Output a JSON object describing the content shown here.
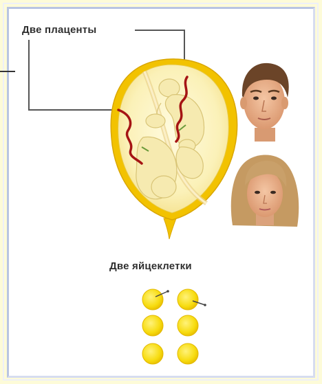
{
  "labels": {
    "placentas": "Две плаценты",
    "eggs": "Две яйцеклетки"
  },
  "colors": {
    "uterus_wall": "#f2c200",
    "egg_fill": "#f8e21a",
    "egg_stroke": "#e2b800",
    "umbilical_cord": "#a51414",
    "callout_line": "#555555"
  },
  "icons": [
    "uterus-illustration",
    "male-face-icon",
    "female-face-icon",
    "egg-cell-icon"
  ]
}
